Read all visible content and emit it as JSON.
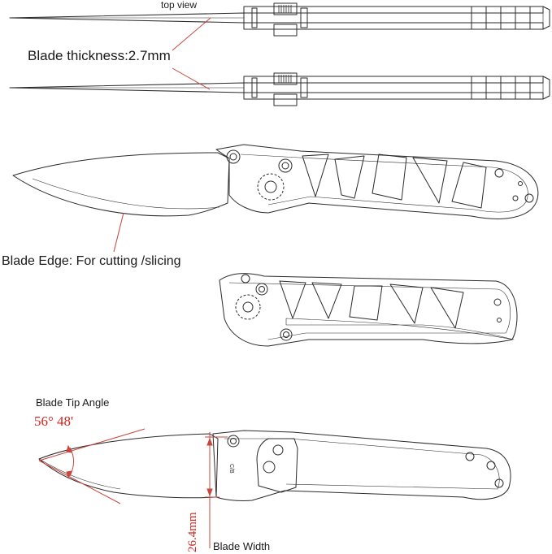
{
  "labels": {
    "top_view": "top view",
    "blade_thickness": "Blade thickness:2.7mm",
    "blade_edge": "Blade Edge: For cutting /slicing",
    "blade_tip_angle": "Blade Tip Angle",
    "tip_angle_value": "56° 48'",
    "blade_width_value": "26.4mm",
    "blade_width": "Blade Width"
  },
  "colors": {
    "line": "#2b2b2b",
    "annotation": "#c9463d",
    "dimension_text": "#d2261f"
  }
}
